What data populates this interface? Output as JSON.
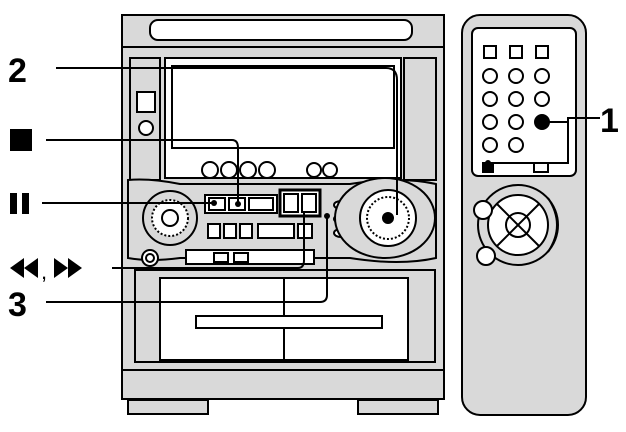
{
  "callouts": {
    "one": "1",
    "two": "2",
    "three": "3",
    "separator": ","
  },
  "icons": {
    "stop": "stop-icon",
    "pause": "pause-icon",
    "rewind": "rewind-icon",
    "fast_forward": "fast-forward-icon"
  },
  "colors": {
    "ink": "#000000",
    "device_gray": "#d9d9d9",
    "background": "#ffffff"
  }
}
